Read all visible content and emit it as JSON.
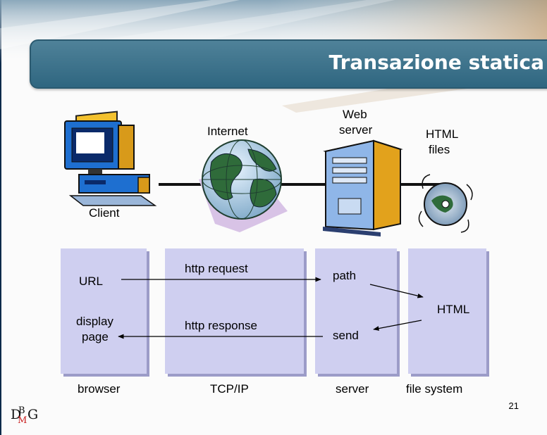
{
  "title": "Transazione statica",
  "top_labels": {
    "client": "Client",
    "internet": "Internet",
    "web_server_line1": "Web",
    "web_server_line2": "server",
    "html_files_line1": "HTML",
    "html_files_line2": "files"
  },
  "box_labels": {
    "url": "URL",
    "display_line1": "display",
    "display_line2": "page",
    "http_request": "http request",
    "http_response": "http response",
    "path": "path",
    "send": "send",
    "html": "HTML"
  },
  "bottom_labels": [
    "browser",
    "TCP/IP",
    "server",
    "file system"
  ],
  "page_number": "21",
  "logo": {
    "d": "D",
    "b": "B",
    "m": "M",
    "g": "G"
  },
  "colors": {
    "title_bar": "#3a7089",
    "box_fill": "#cfcff0",
    "box_shadow": "#9c9cc8"
  }
}
